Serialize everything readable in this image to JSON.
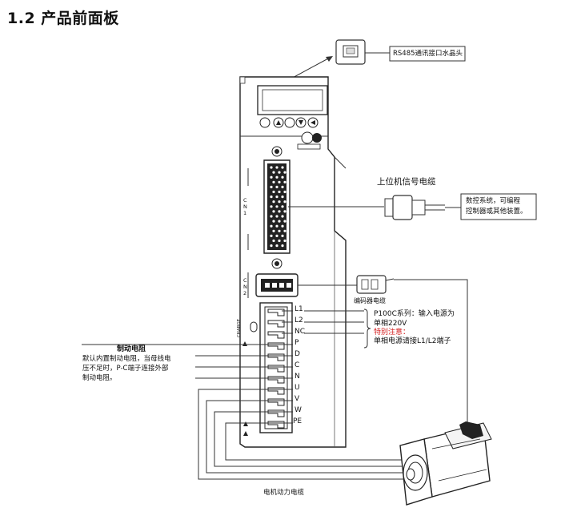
{
  "title": "1.2 产品前面板",
  "rs485_label": "RS485通讯接口水晶头",
  "upper_cable_title": "上位机信号电缆",
  "upper_note_line1": "数控系统，可编程",
  "upper_note_line2": "控制器或其他装置。",
  "encoder_label": "编码器电缆",
  "power_note": {
    "line1": "P100C系列：输入电源为",
    "line2": "单相220V",
    "warn": "特别注意：",
    "line3": "单相电源请接L1/L2端子"
  },
  "brake": {
    "title": "制动电阻",
    "line1": "默认内置制动电阻，当母线电",
    "line2": "压不足时，P-C端子连接外部",
    "line3": "制动电阻。"
  },
  "motor_cable_label": "电机动力电缆",
  "connectors": {
    "cn1": "CN 1",
    "cn2": "CN 2",
    "charge": "CHARGE"
  },
  "terminals": [
    "L1",
    "L2",
    "NC",
    "P",
    "D",
    "C",
    "N",
    "U",
    "V",
    "W",
    "PE"
  ],
  "colors": {
    "line": "#333333",
    "warn": "#d21a1a"
  }
}
